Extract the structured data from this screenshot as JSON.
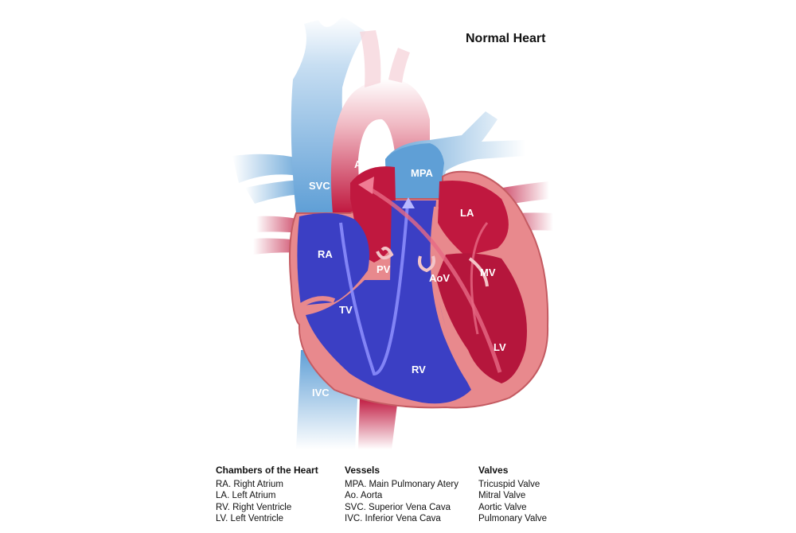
{
  "title": "Normal Heart",
  "labels": {
    "svc": "SVC",
    "ao": "Ao",
    "mpa": "MPA",
    "la": "LA",
    "ra": "RA",
    "pv": "PV",
    "aov": "AoV",
    "mv": "MV",
    "tv": "TV",
    "lv": "LV",
    "rv": "RV",
    "ivc": "IVC"
  },
  "legend": {
    "chambers": {
      "heading": "Chambers of the Heart",
      "items": [
        "RA. Right Atrium",
        "LA. Left Atrium",
        "RV. Right Ventricle",
        "LV. Left Ventricle"
      ]
    },
    "vessels": {
      "heading": "Vessels",
      "items": [
        "MPA. Main Pulmonary Atery",
        "Ao. Aorta",
        "SVC. Superior Vena Cava",
        "IVC. Inferior Vena Cava"
      ]
    },
    "valves": {
      "heading": "Valves",
      "items": [
        "Tricuspid Valve",
        "Mitral Valve",
        "Aortic Valve",
        "Pulmonary Valve"
      ]
    }
  },
  "colors": {
    "deoxygenated_blue": "#3b3fc4",
    "vessel_blue": "#6aa6d8",
    "oxygenated_red": "#b5163c",
    "wall_pink": "#e8898d"
  }
}
